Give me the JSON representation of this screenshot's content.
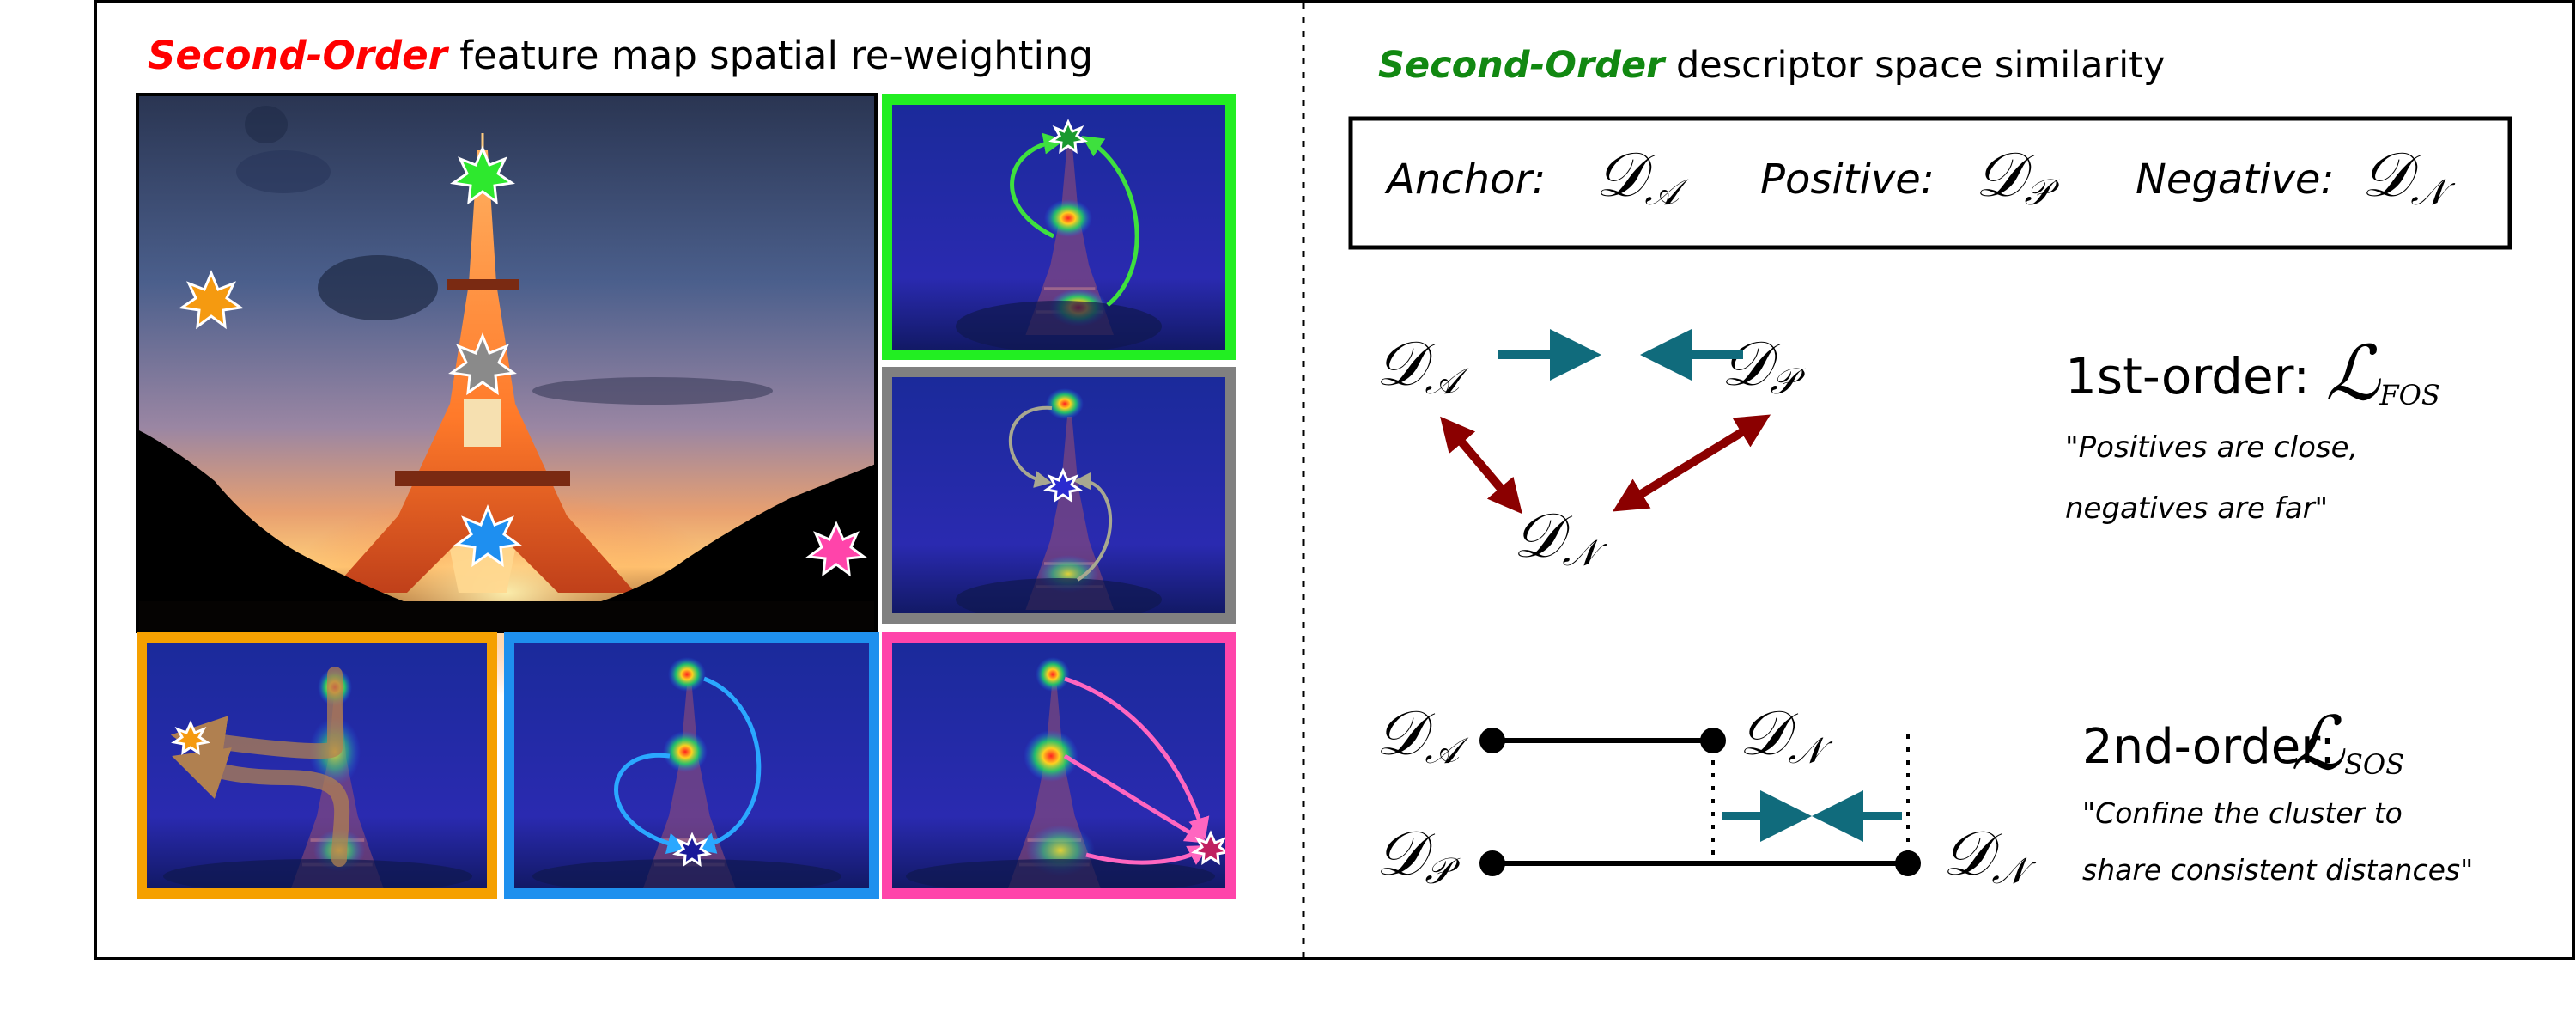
{
  "left_panel": {
    "title_emph": "Second-Order",
    "title_rest": " feature map spatial re-weighting",
    "title_color": "#ff0000",
    "main_photo": "eiffel-tower-at-dusk",
    "heatmap_frames": [
      {
        "frame_color": "#22ee22",
        "marker": "green-star"
      },
      {
        "frame_color": "#808080",
        "marker": "gray-star"
      },
      {
        "frame_color": "#f5a000",
        "marker": "orange-star"
      },
      {
        "frame_color": "#1e90ee",
        "marker": "blue-star"
      },
      {
        "frame_color": "#ff44aa",
        "marker": "pink-star"
      }
    ]
  },
  "right_panel": {
    "title_emph": "Second-Order",
    "title_rest": " descriptor space similarity",
    "title_color": "#118811",
    "legend": {
      "anchor_label": "Anchor:",
      "positive_label": "Positive:",
      "negative_label": "Negative:"
    },
    "symbols": {
      "D": "𝒟",
      "A": "𝒜",
      "P": "𝒫",
      "N": "𝒩"
    },
    "first_order": {
      "title": "1st-order:",
      "loss_sub": "FOS",
      "caption_line1": "\"Positives are close,",
      "caption_line2": "negatives are far\""
    },
    "second_order": {
      "title": "2nd-order:",
      "loss_sub": "SOS",
      "caption_line1": "\"Confine the cluster to",
      "caption_line2": "share consistent distances\""
    },
    "colors": {
      "pull_arrow": "#106b7c",
      "push_arrow": "#8b0000"
    }
  }
}
